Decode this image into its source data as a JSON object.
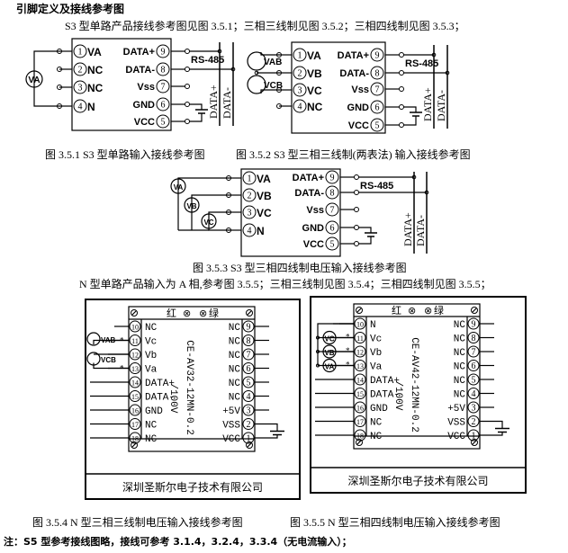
{
  "title": "引脚定义及接线参考图",
  "intro": "S3 型单路产品接线参考图见图 3.5.1；三相三线制见图 3.5.2；三相四线制见图 3.5.3；",
  "fig1": {
    "caption": "图  3.5.1  S3 型单路输入接线参考图",
    "left": [
      {
        "n": "1",
        "l": "VA"
      },
      {
        "n": "2",
        "l": "NC"
      },
      {
        "n": "3",
        "l": "NC"
      },
      {
        "n": "4",
        "l": "N"
      }
    ],
    "right": [
      {
        "n": "9",
        "l": "DATA+"
      },
      {
        "n": "8",
        "l": "DATA-"
      },
      {
        "n": "7",
        "l": "Vss"
      },
      {
        "n": "6",
        "l": "GND"
      },
      {
        "n": "5",
        "l": "VCC"
      }
    ],
    "meters": [
      "VA"
    ],
    "bus": "RS-485",
    "bus_plus": "DATA+",
    "bus_minus": "DATA-"
  },
  "fig2": {
    "caption": "图 3.5.2  S3 型三相三线制(两表法) 输入接线参考图",
    "left": [
      {
        "n": "1",
        "l": "VA"
      },
      {
        "n": "2",
        "l": "VB"
      },
      {
        "n": "3",
        "l": "VC"
      },
      {
        "n": "4",
        "l": "NC"
      }
    ],
    "right": [
      {
        "n": "9",
        "l": "DATA+"
      },
      {
        "n": "8",
        "l": "DATA-"
      },
      {
        "n": "7",
        "l": "Vss"
      },
      {
        "n": "6",
        "l": "GND"
      },
      {
        "n": "5",
        "l": "VCC"
      }
    ],
    "meters": [
      "VAB",
      "VCB"
    ],
    "bus": "RS-485",
    "bus_plus": "DATA+",
    "bus_minus": "DATA-"
  },
  "fig3": {
    "caption": "图  3.5.3  S3 型三相四线制电压输入接线参考图",
    "left": [
      {
        "n": "1",
        "l": "VA"
      },
      {
        "n": "2",
        "l": "VB"
      },
      {
        "n": "3",
        "l": "VC"
      },
      {
        "n": "4",
        "l": "N"
      }
    ],
    "right": [
      {
        "n": "9",
        "l": "DATA+"
      },
      {
        "n": "8",
        "l": "DATA-"
      },
      {
        "n": "7",
        "l": "Vss"
      },
      {
        "n": "6",
        "l": "GND"
      },
      {
        "n": "5",
        "l": "VCC"
      }
    ],
    "meters": [
      "VA",
      "VB",
      "VC"
    ],
    "bus": "RS-485",
    "bus_plus": "DATA+",
    "bus_minus": "DATA-"
  },
  "intro2": "N 型单路产品输入为 A 相,参考图 3.5.5；三相三线制见图 3.5.4；三相四线制见图 3.5.5；",
  "fig4": {
    "caption": "图  3.5.4  N 型三相三线制电压输入接线参考图",
    "model": "CE-AV32-12MN-0.2",
    "range": "/100V",
    "led_red": "红",
    "led_green": "绿",
    "company": "深圳圣斯尔电子技术有限公司",
    "left": [
      {
        "n": "10",
        "l": "NC"
      },
      {
        "n": "11",
        "l": "Vc"
      },
      {
        "n": "12",
        "l": "Vb"
      },
      {
        "n": "13",
        "l": "Va"
      },
      {
        "n": "14",
        "l": "DATA+"
      },
      {
        "n": "15",
        "l": "DATA-"
      },
      {
        "n": "16",
        "l": "GND"
      },
      {
        "n": "17",
        "l": "NC"
      },
      {
        "n": "18",
        "l": "NC"
      }
    ],
    "right": [
      {
        "n": "9",
        "l": "NC"
      },
      {
        "n": "8",
        "l": "NC"
      },
      {
        "n": "7",
        "l": "NC"
      },
      {
        "n": "6",
        "l": "NC"
      },
      {
        "n": "5",
        "l": "NC"
      },
      {
        "n": "4",
        "l": "NC"
      },
      {
        "n": "3",
        "l": "+5V"
      },
      {
        "n": "2",
        "l": "VSS"
      },
      {
        "n": "1",
        "l": "VCC"
      }
    ],
    "meters": [
      "VAB",
      "VCB"
    ]
  },
  "fig5": {
    "caption": "图  3.5.5  N 型三相四线制电压输入接线参考图",
    "model": "CE-AV42-12MN-0.2",
    "range": "/100V",
    "led_red": "红",
    "led_green": "绿",
    "company": "深圳圣斯尔电子技术有限公司",
    "left": [
      {
        "n": "10",
        "l": "N"
      },
      {
        "n": "11",
        "l": "Vc"
      },
      {
        "n": "12",
        "l": "Vb"
      },
      {
        "n": "13",
        "l": "Va"
      },
      {
        "n": "14",
        "l": "DATA+"
      },
      {
        "n": "15",
        "l": "DATA-"
      },
      {
        "n": "16",
        "l": "GND"
      },
      {
        "n": "17",
        "l": "NC"
      },
      {
        "n": "18",
        "l": "NC"
      }
    ],
    "right": [
      {
        "n": "9",
        "l": "NC"
      },
      {
        "n": "8",
        "l": "NC"
      },
      {
        "n": "7",
        "l": "NC"
      },
      {
        "n": "6",
        "l": "NC"
      },
      {
        "n": "5",
        "l": "NC"
      },
      {
        "n": "4",
        "l": "NC"
      },
      {
        "n": "3",
        "l": "+5V"
      },
      {
        "n": "2",
        "l": "VSS"
      },
      {
        "n": "1",
        "l": "VCC"
      }
    ],
    "meters": [
      "VC",
      "VB",
      "VA"
    ]
  },
  "note": "注：S5 型参考接线图略，接线可参考 3.1.4，3.2.4，3.3.4（无电流输入）；"
}
